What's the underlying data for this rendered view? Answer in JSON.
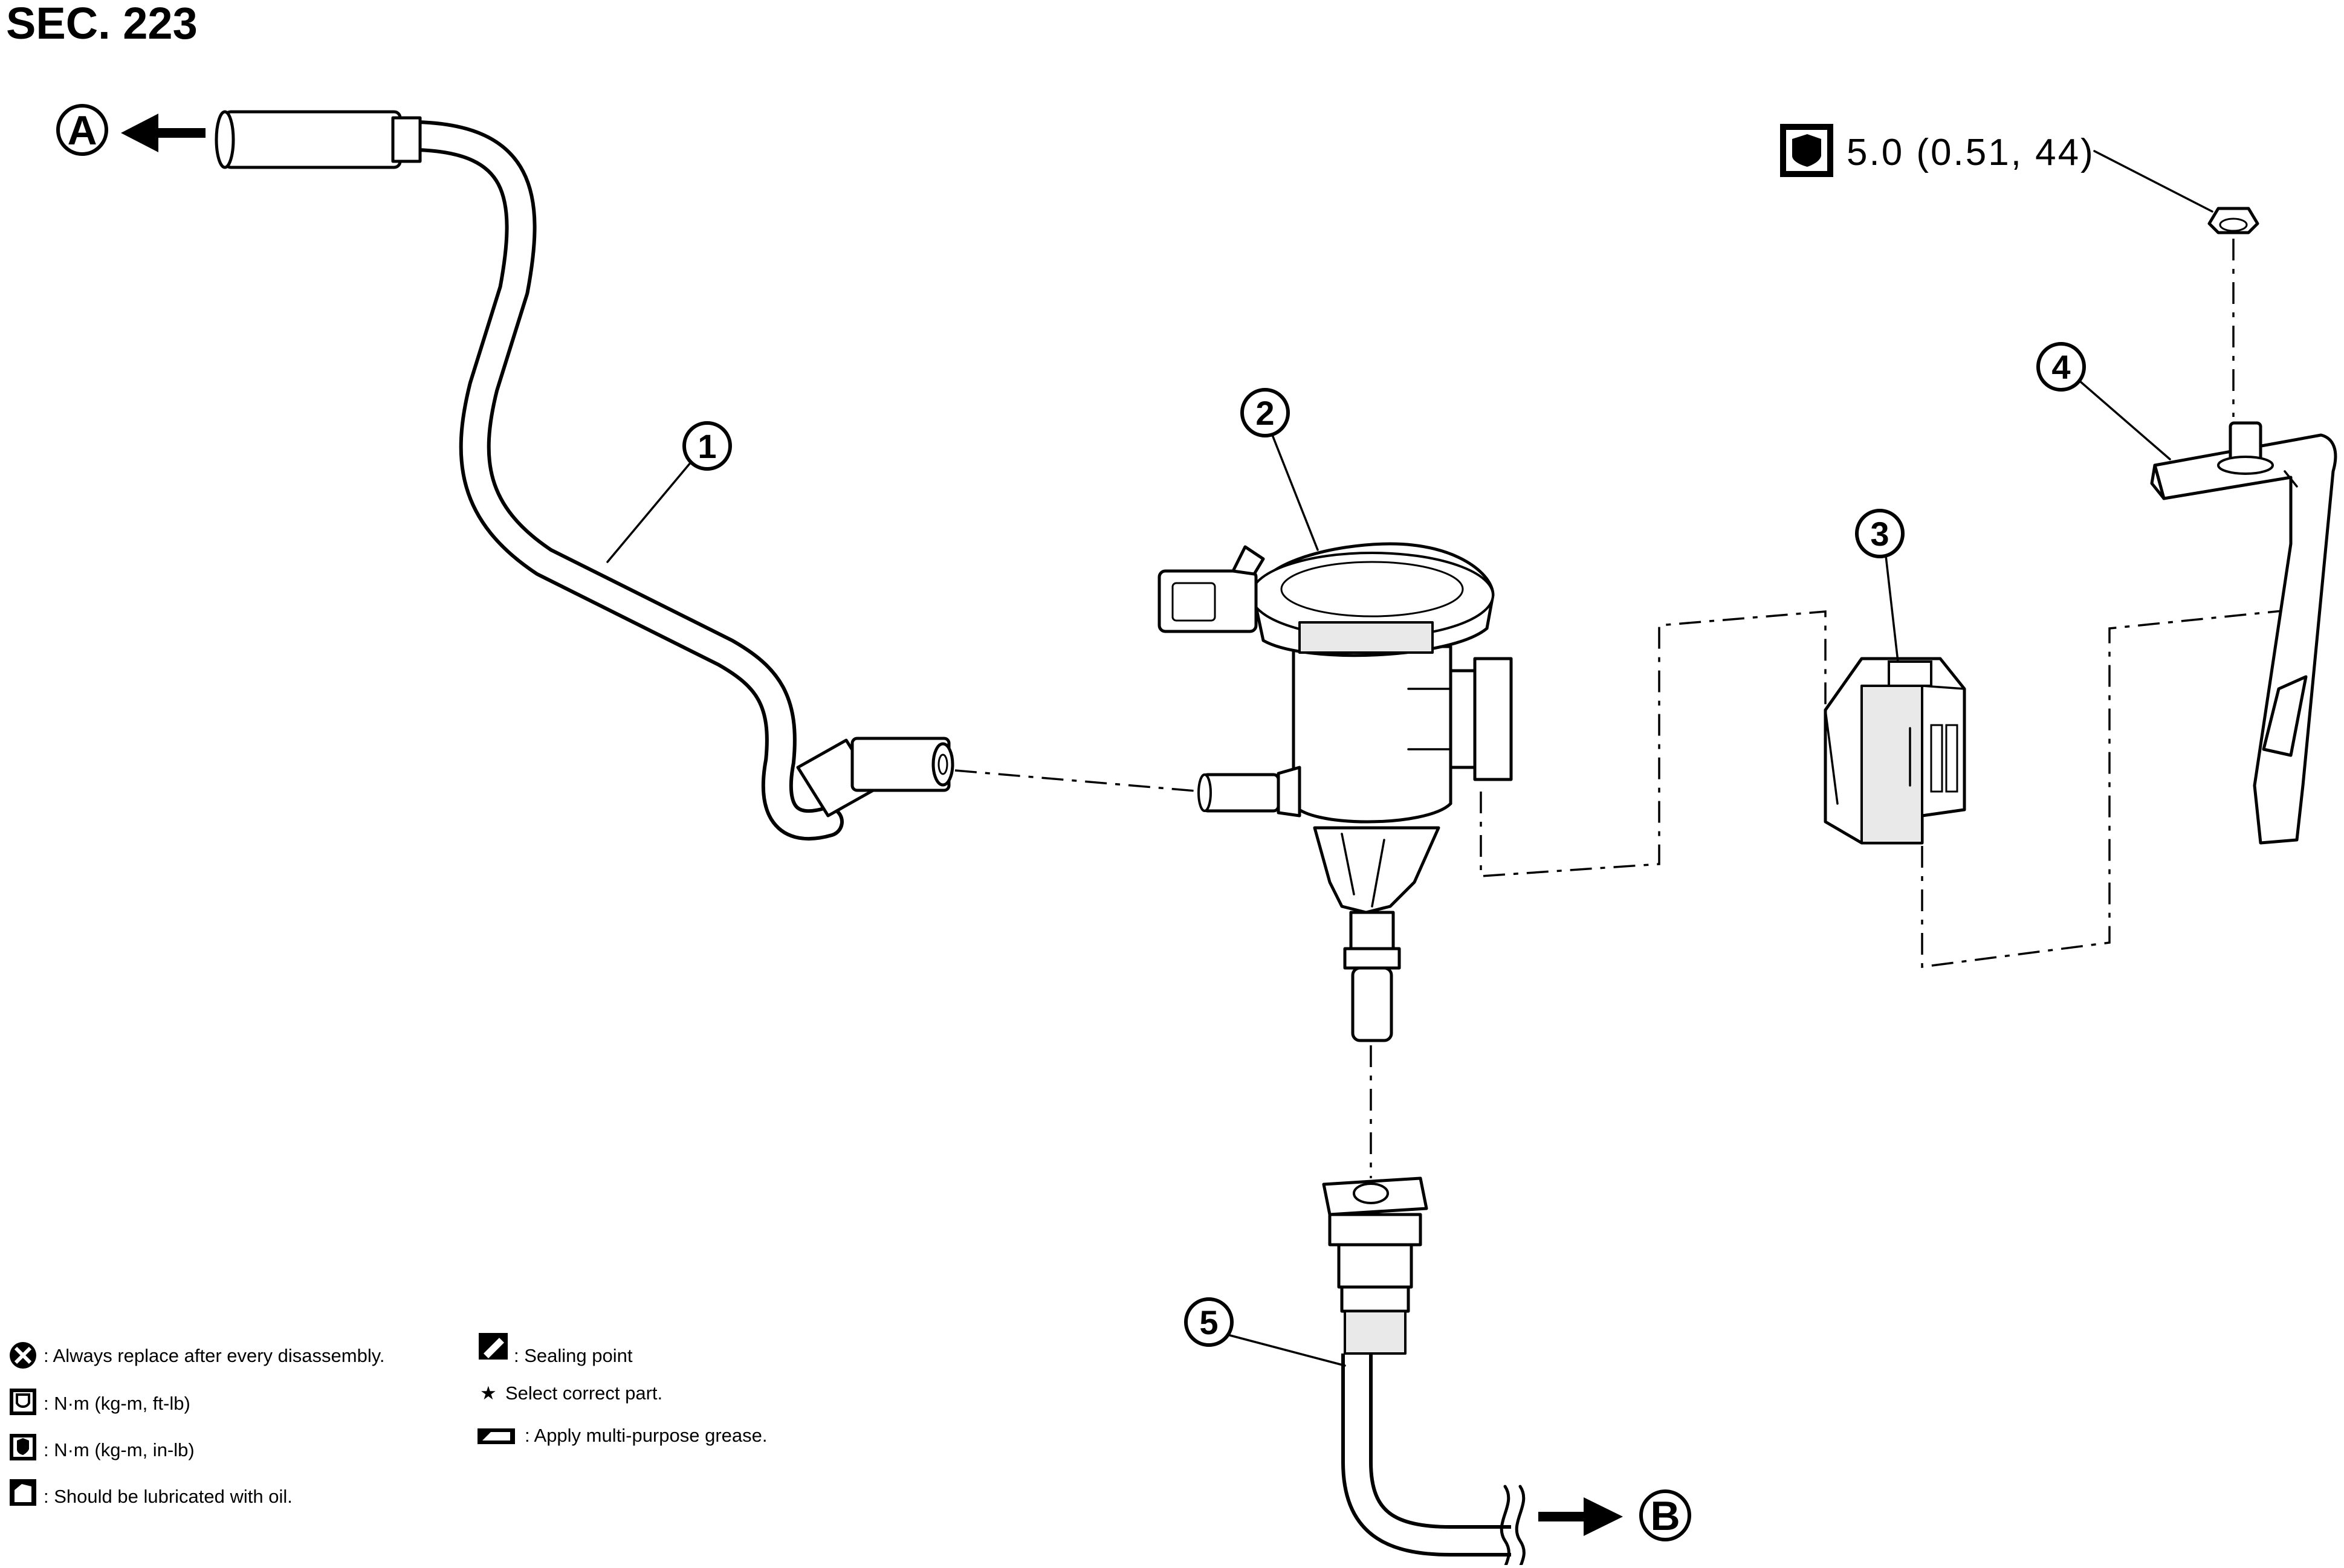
{
  "section": {
    "title": "SEC. 223"
  },
  "torque_spec": {
    "value": "5.0 (0.51, 44)",
    "icon": "torque-in-lb-icon"
  },
  "callouts": [
    {
      "number": "1",
      "part": "hose"
    },
    {
      "number": "2",
      "part": "valve"
    },
    {
      "number": "3",
      "part": "clip"
    },
    {
      "number": "4",
      "part": "bracket"
    },
    {
      "number": "5",
      "part": "tube"
    }
  ],
  "connections": {
    "a": "A",
    "b": "B"
  },
  "legend": {
    "items": [
      {
        "icon": "always-replace-icon",
        "text": ": Always replace after every disassembly."
      },
      {
        "icon": "torque-ft-lb-icon",
        "text": ": N·m (kg-m, ft-lb)"
      },
      {
        "icon": "torque-in-lb-icon",
        "text": ": N·m (kg-m, in-lb)"
      },
      {
        "icon": "oil-can-icon",
        "text": ": Should be lubricated with oil."
      },
      {
        "icon": "sealing-point-icon",
        "text": ": Sealing point"
      },
      {
        "icon": "star-icon",
        "symbol": "★",
        "text": "Select correct part."
      },
      {
        "icon": "grease-icon",
        "text": ": Apply multi-purpose grease."
      }
    ]
  },
  "colors": {
    "ink": "#000000",
    "paper": "#ffffff"
  }
}
